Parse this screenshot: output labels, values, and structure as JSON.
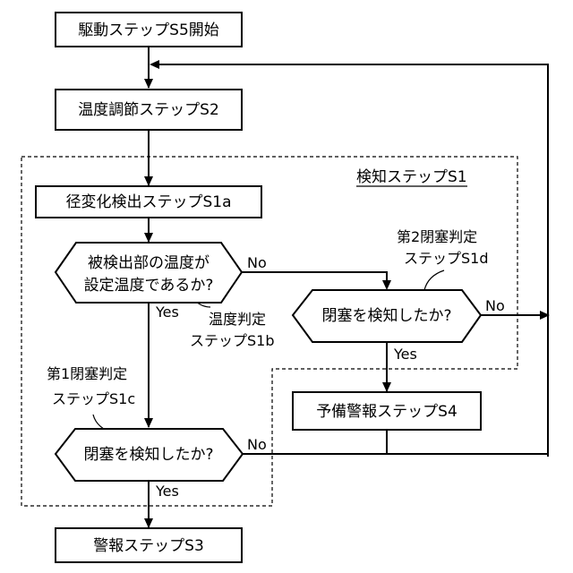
{
  "steps": {
    "start": "駆動ステップS5開始",
    "temp_adjust": "温度調節ステップS2",
    "detect_group": "検知ステップS1",
    "radius_change": "径変化検出ステップS1a",
    "temp_question_line1": "被検出部の温度が",
    "temp_question_line2": "設定温度であるか?",
    "temp_judge_line1": "温度判定",
    "temp_judge_line2": "ステップS1b",
    "closure1_line1": "第1閉塞判定",
    "closure1_line2": "ステップS1c",
    "closure1_question": "閉塞を検知したか?",
    "closure2_line1": "第2閉塞判定",
    "closure2_line2": "ステップS1d",
    "closure2_question": "閉塞を検知したか?",
    "pre_alarm": "予備警報ステップS4",
    "alarm": "警報ステップS3"
  },
  "branch_labels": {
    "temp_no": "No",
    "temp_yes": "Yes",
    "closure2_no": "No",
    "closure2_yes": "Yes",
    "closure1_no": "No",
    "closure1_yes": "Yes"
  }
}
